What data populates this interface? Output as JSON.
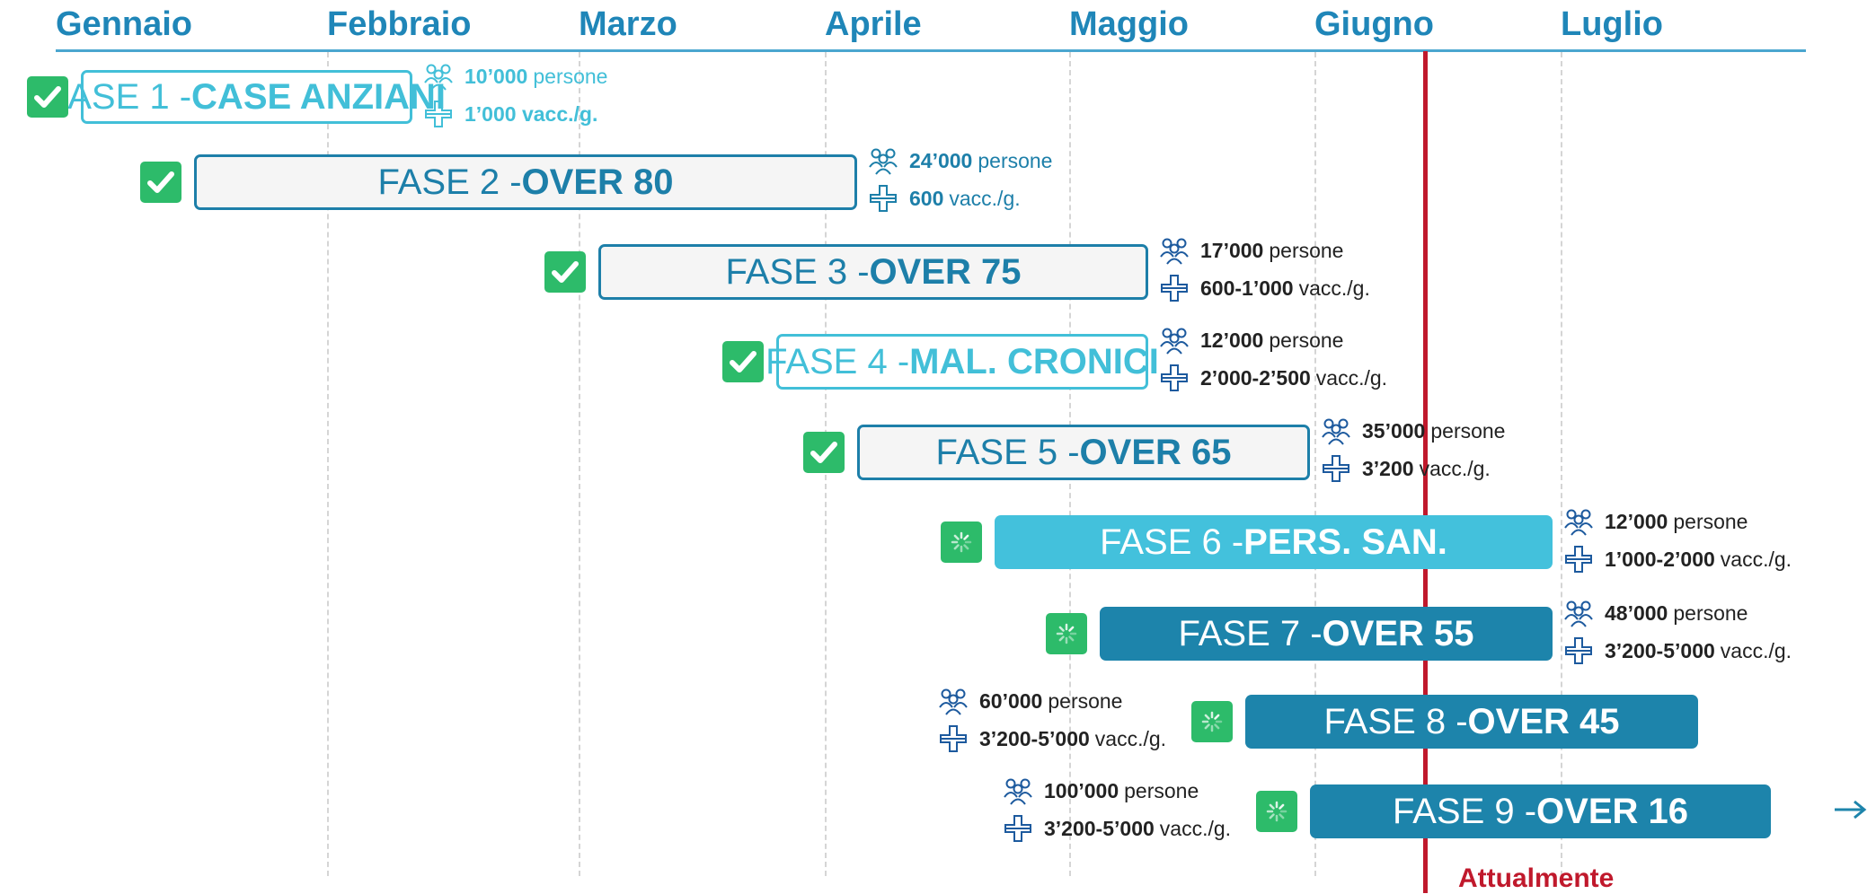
{
  "chart_data": {
    "type": "gantt",
    "months": [
      "Gennaio",
      "Febbraio",
      "Marzo",
      "Aprile",
      "Maggio",
      "Giugno",
      "Luglio"
    ],
    "current_marker": {
      "label": "Attualmente",
      "date": "2021-06-16"
    },
    "phases": [
      {
        "prefix": "FASE 1 - ",
        "name": "CASE ANZIANI",
        "start": "2021-01-01",
        "end": "2021-02-11",
        "status": "completed",
        "style": "cyan-outline",
        "people": "10’000",
        "people_unit": "persone",
        "vacc": "1’000 vacc./g.",
        "vacc_unit": "",
        "info_side": "right",
        "info_color": "cyan"
      },
      {
        "prefix": "FASE 2 - ",
        "name": "OVER 80",
        "start": "2021-01-15",
        "end": "2021-04-07",
        "status": "completed",
        "style": "light",
        "people": "24’000",
        "people_unit": "persone",
        "vacc": "600",
        "vacc_unit": "vacc./g.",
        "info_side": "right",
        "info_color": "blue"
      },
      {
        "prefix": "FASE 3 - ",
        "name": "OVER 75",
        "start": "2021-03-06",
        "end": "2021-05-13",
        "status": "completed",
        "style": "light",
        "people": "17’000",
        "people_unit": "persone",
        "vacc": "600-1’000",
        "vacc_unit": "vacc./g.",
        "info_side": "right",
        "info_color": "dark"
      },
      {
        "prefix": "FASE 4 - ",
        "name": "MAL. CRONICI",
        "start": "2021-03-28",
        "end": "2021-05-13",
        "status": "completed",
        "style": "cyan-outline",
        "people": "12’000",
        "people_unit": "persone",
        "vacc": "2’000-2’500",
        "vacc_unit": "vacc./g.",
        "info_side": "right",
        "info_color": "dark"
      },
      {
        "prefix": "FASE 5 - ",
        "name": "OVER 65",
        "start": "2021-04-07",
        "end": "2021-06-02",
        "status": "completed",
        "style": "light",
        "people": "35’000",
        "people_unit": "persone",
        "vacc": "3’200",
        "vacc_unit": "vacc./g.",
        "info_side": "right",
        "info_color": "dark"
      },
      {
        "prefix": "FASE 6 - ",
        "name": "PERS. SAN.",
        "start": "2021-04-24",
        "end": "2021-07-02",
        "status": "in-progress",
        "style": "cyan",
        "people": "12’000",
        "people_unit": "persone",
        "vacc": "1’000-2’000",
        "vacc_unit": "vacc./g.",
        "info_side": "right",
        "info_color": "dark"
      },
      {
        "prefix": "FASE 7 - ",
        "name": "OVER 55",
        "start": "2021-05-07",
        "end": "2021-07-02",
        "status": "in-progress",
        "style": "blue",
        "people": "48’000",
        "people_unit": "persone",
        "vacc": "3’200-5’000",
        "vacc_unit": "vacc./g.",
        "info_side": "right",
        "info_color": "dark"
      },
      {
        "prefix": "FASE 8 - ",
        "name": "OVER 45",
        "start": "2021-05-25",
        "end": "2021-07-20",
        "status": "in-progress",
        "style": "blue",
        "people": "60’000",
        "people_unit": "persone",
        "vacc": "3’200-5’000",
        "vacc_unit": "vacc./g.",
        "info_side": "left",
        "info_color": "dark"
      },
      {
        "prefix": "FASE 9 - ",
        "name": "OVER 16",
        "start": "2021-06-02",
        "end": "2021-07-29",
        "status": "in-progress",
        "style": "blue",
        "continues": true,
        "people": "100’000",
        "people_unit": "persone",
        "vacc": "3’200-5’000",
        "vacc_unit": "vacc./g.",
        "info_side": "left",
        "info_color": "dark"
      }
    ]
  },
  "colors": {
    "month_text": "#1f86b8",
    "current_line": "#c0192c",
    "completed_check": "#2dbb6a",
    "bar_cyan": "#43c1dc",
    "bar_blue": "#1d84ab",
    "bar_outline_blue": "#1d7fa9"
  },
  "icons": {
    "people": "people-group-icon",
    "vaccine": "vaccine-cross-icon",
    "completed": "check-icon",
    "in_progress": "spinner-icon",
    "continues": "arrow-right-icon"
  }
}
